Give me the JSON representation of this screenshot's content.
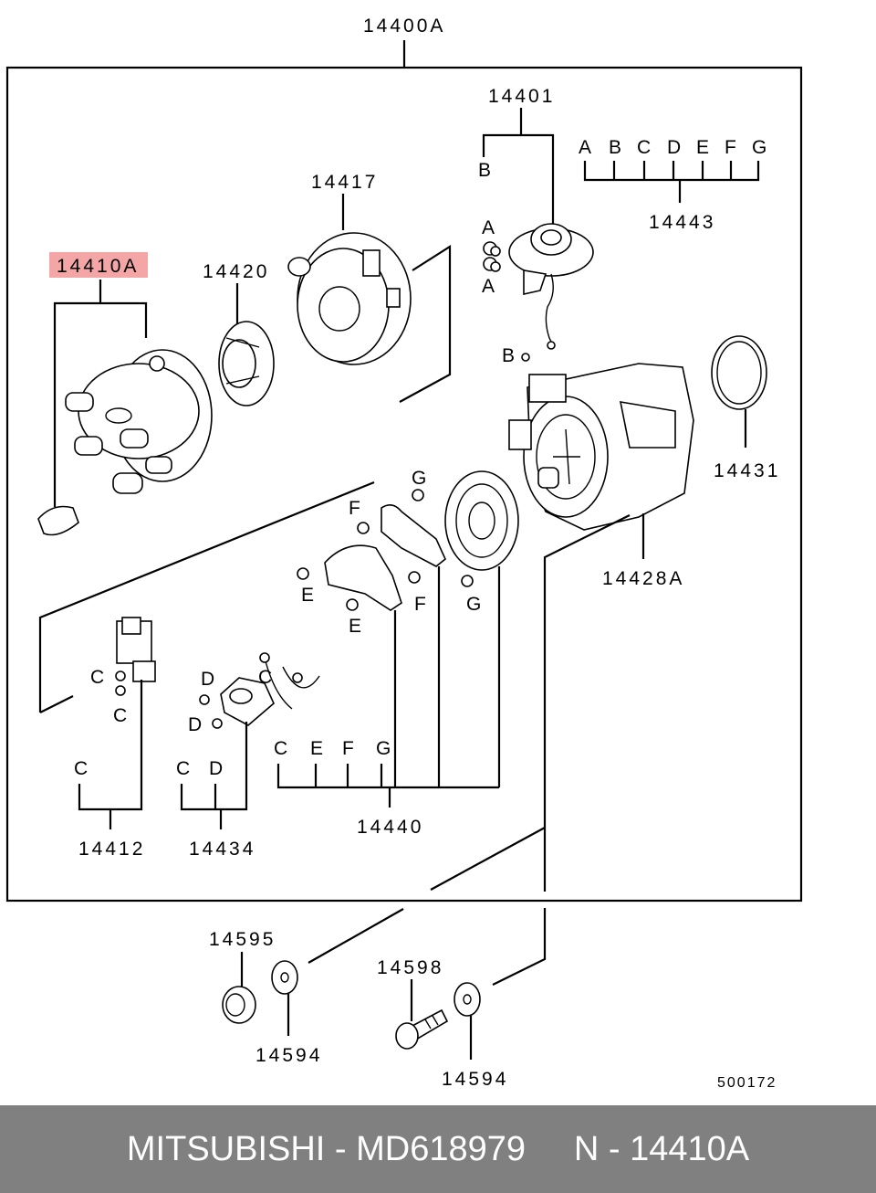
{
  "parts": {
    "p14400A": "14400A",
    "p14401": "14401",
    "p14443": "14443",
    "p14417": "14417",
    "p14410A": "14410A",
    "p14420": "14420",
    "p14431": "14431",
    "p14428A": "14428A",
    "p14440": "14440",
    "p14412": "14412",
    "p14434": "14434",
    "p14595": "14595",
    "p14598": "14598",
    "p14594a": "14594",
    "p14594b": "14594"
  },
  "letters": {
    "A": "A",
    "B": "B",
    "C": "C",
    "D": "D",
    "E": "E",
    "F": "F",
    "G": "G"
  },
  "figure_number": "500172",
  "highlight_color": "#f4a6a6",
  "footer": {
    "brand": "MITSUBISHI",
    "separator": " - ",
    "part_number": "MD618979",
    "ref_prefix": "N - ",
    "ref_part": "14410A"
  }
}
